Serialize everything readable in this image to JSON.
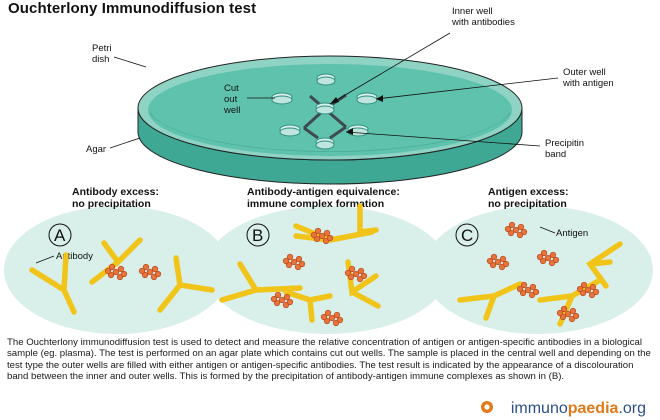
{
  "title": "Ouchterlony Immunodiffusion test",
  "labels": {
    "petri_dish": [
      "Petri",
      "dish"
    ],
    "agar": "Agar",
    "cut_out_well": [
      "Cut",
      "out",
      "well"
    ],
    "inner_well": [
      "Inner well",
      "with antibodies"
    ],
    "outer_well": [
      "Outer well",
      "with antigen"
    ],
    "precipitin_band": [
      "Precipitin",
      "band"
    ]
  },
  "panels": [
    {
      "letter": "A",
      "heading": [
        "Antibody excess:",
        "no precipitation"
      ],
      "label": "Antibody"
    },
    {
      "letter": "B",
      "heading": [
        "Antibody-antigen equivalence:",
        "immune complex formation"
      ],
      "label": ""
    },
    {
      "letter": "C",
      "heading": [
        "Antigen excess:",
        "no precipitation"
      ],
      "label": "Antigen"
    }
  ],
  "description": "The Ouchterlony immunodiffusion test is used to detect and measure the relative concentration of antigen or antigen-specific antibodies in a biological sample (eg. plasma). The test is performed on an agar plate which contains cut out wells. The sample is placed in the central well and depending on the test type the outer wells are filled with either antigen or antigen-specific antibodies. The test result is indicated by the appearance of a discolouration band between the inner and outer wells. This is formed by the precipitation of antibody-antigen immune complexes as shown in (B).",
  "brand": {
    "part1": "immuno",
    "part2": "paedia",
    "part3": ".org"
  },
  "colors": {
    "agar": "#5fc2ad",
    "agar_dark": "#3a9e8c",
    "well": "#d8f1ec",
    "antibody": "#f0c419",
    "antigen": "#e8743b",
    "band": "#3f4a4f",
    "panel_bg": "#d9efe9"
  }
}
